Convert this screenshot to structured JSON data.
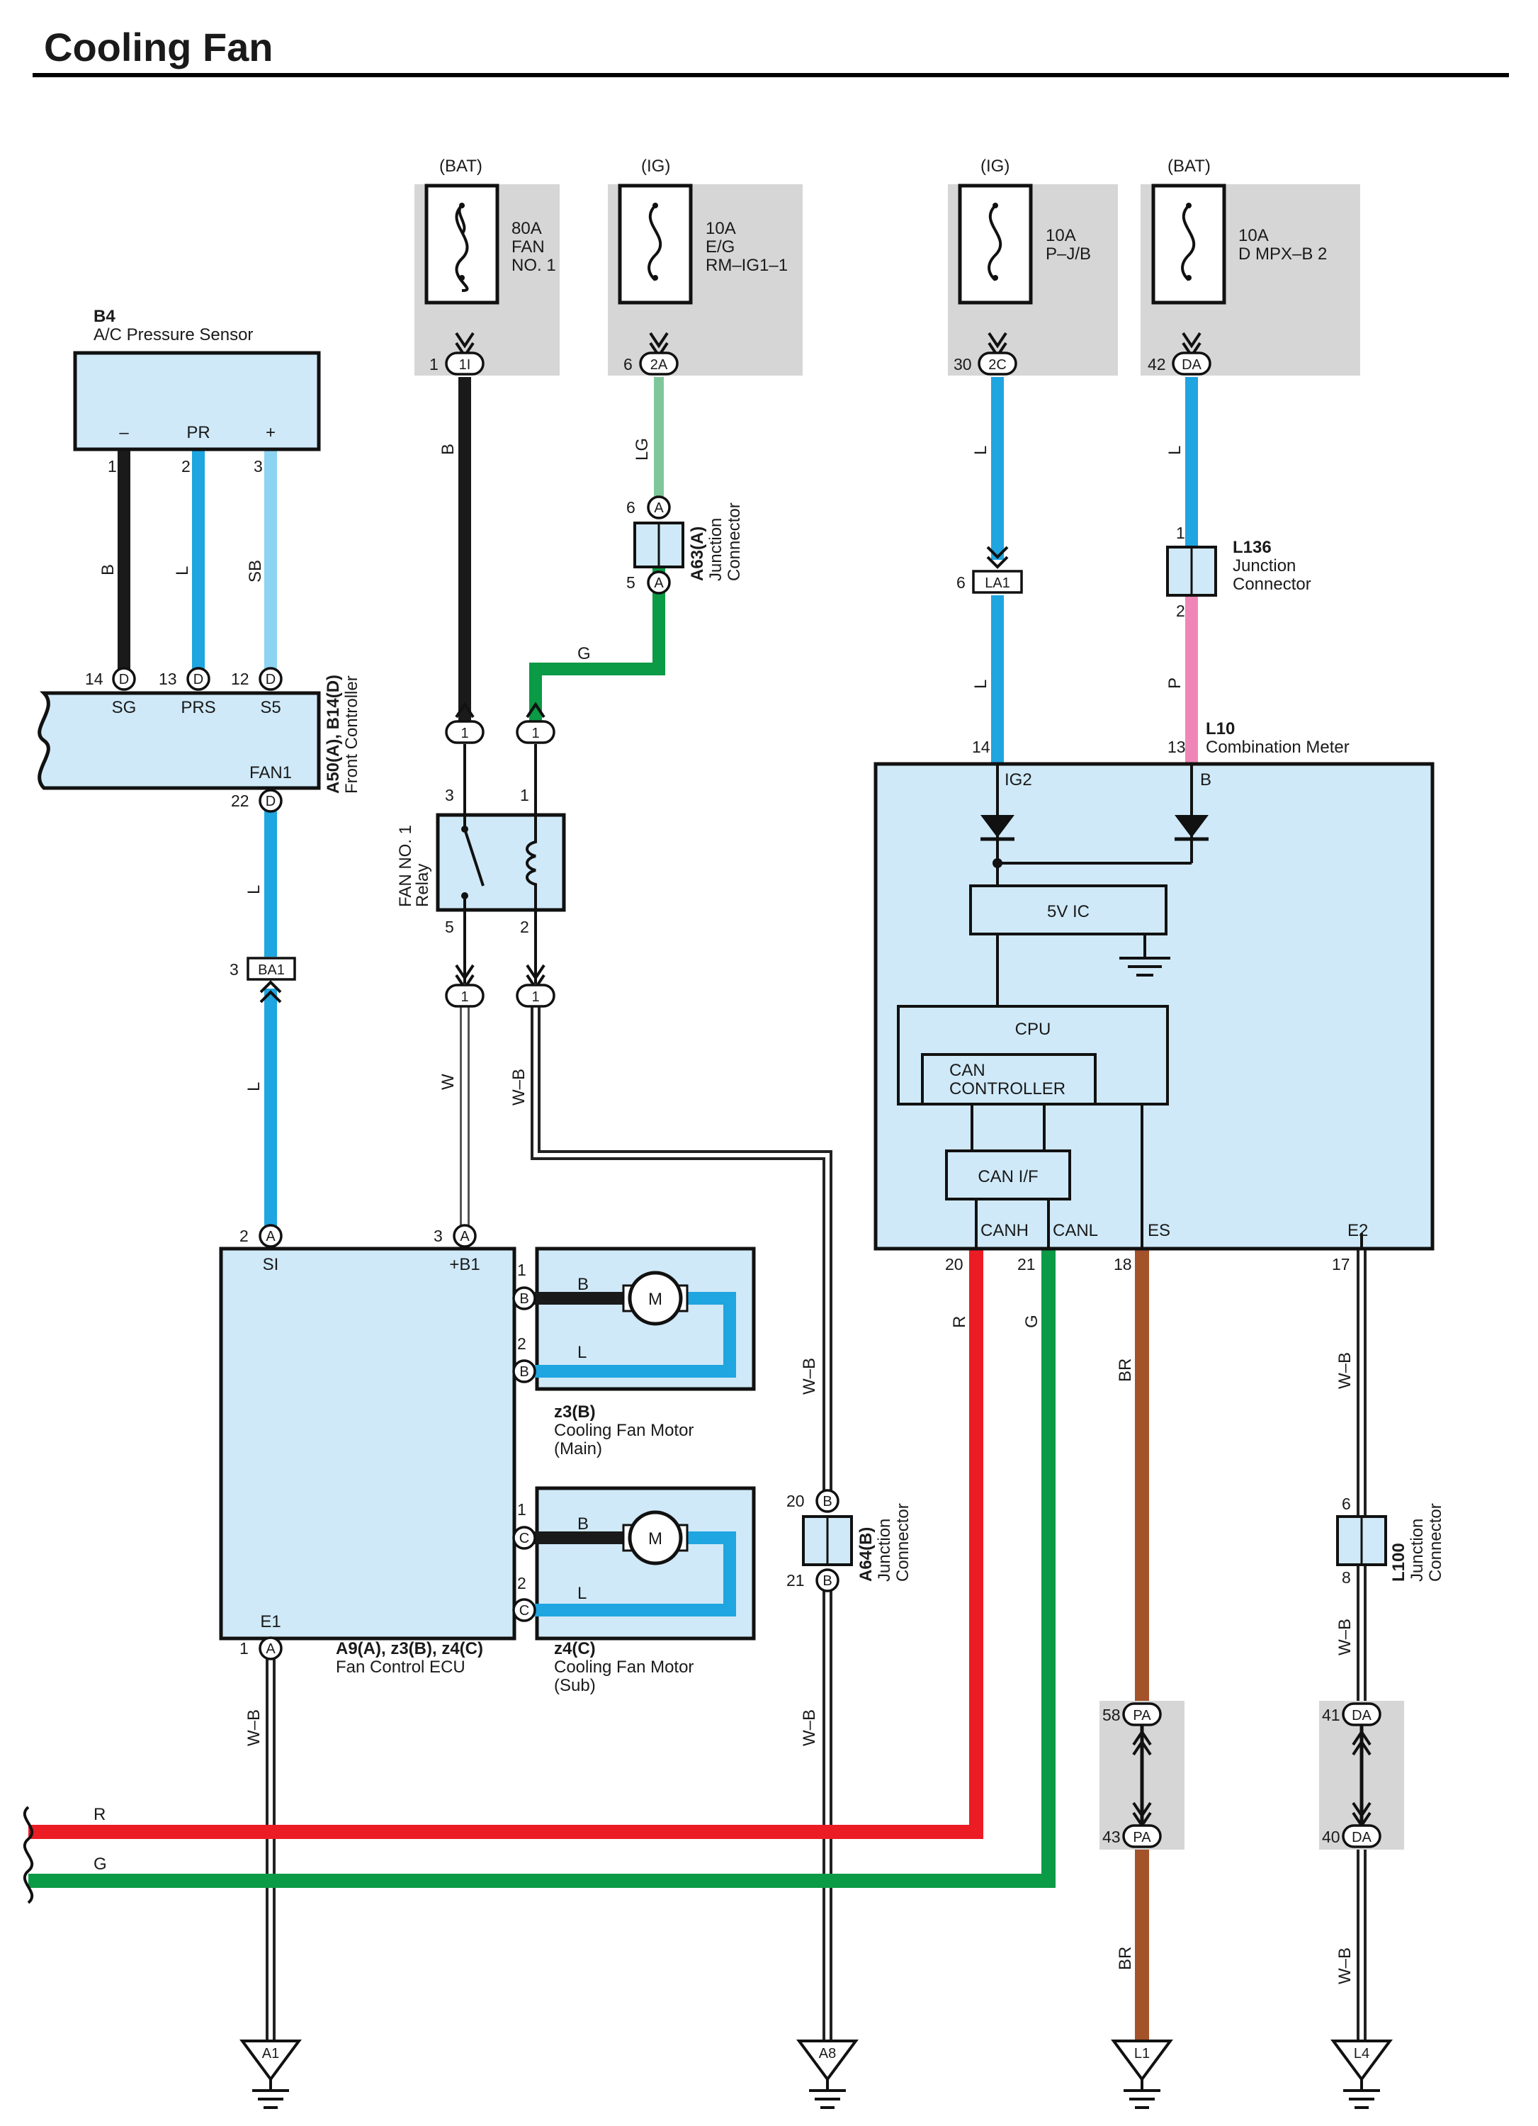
{
  "title": "Cooling Fan",
  "fuses": [
    {
      "source": "(BAT)",
      "amp": "80A",
      "l1": "FAN",
      "l2": "NO. 1",
      "pin": "1",
      "conn": "1I"
    },
    {
      "source": "(IG)",
      "amp": "10A",
      "l1": "E/G",
      "l2": "RM–IG1–1",
      "pin": "6",
      "conn": "2A"
    },
    {
      "source": "(IG)",
      "amp": "10A",
      "l1": "P–J/B",
      "l2": "",
      "pin": "30",
      "conn": "2C"
    },
    {
      "source": "(BAT)",
      "amp": "10A",
      "l1": "D MPX–B 2",
      "l2": "",
      "pin": "42",
      "conn": "DA"
    }
  ],
  "components": {
    "pressure_sensor": {
      "id": "B4",
      "name": "A/C Pressure Sensor",
      "terms": [
        "–",
        "PR",
        "+"
      ],
      "pins": [
        "1",
        "2",
        "3"
      ]
    },
    "front_controller": {
      "id": "A50(A), B14(D)",
      "name": "Front Controller",
      "terms": [
        "SG",
        "PRS",
        "S5",
        "FAN1"
      ],
      "pins": [
        "14",
        "13",
        "12",
        "22"
      ],
      "conn": "D"
    },
    "fan_relay": {
      "name1": "FAN NO. 1",
      "name2": "Relay",
      "pins": [
        "3",
        "1",
        "5",
        "2"
      ]
    },
    "jc_a63": {
      "id": "A63(A)",
      "name1": "Junction",
      "name2": "Connector",
      "pins": [
        "6",
        "5"
      ],
      "conn": "A"
    },
    "ecu": {
      "id": "A9(A), z3(B), z4(C)",
      "name": "Fan Control ECU",
      "terms": [
        "SI",
        "+B1",
        "E1"
      ],
      "pins": [
        "2",
        "3",
        "1"
      ],
      "conn": "A"
    },
    "motor_main": {
      "id": "z3(B)",
      "name": "Cooling Fan Motor",
      "sub": "(Main)",
      "pins": [
        "1",
        "2"
      ],
      "conn": "B",
      "motor": "M"
    },
    "motor_sub": {
      "id": "z4(C)",
      "name": "Cooling Fan Motor",
      "sub": "(Sub)",
      "pins": [
        "1",
        "2"
      ],
      "conn": "C",
      "motor": "M"
    },
    "jc_a64": {
      "id": "A64(B)",
      "name1": "Junction",
      "name2": "Connector",
      "pins": [
        "20",
        "21"
      ],
      "conn": "B"
    },
    "meter": {
      "id": "L10",
      "name": "Combination Meter",
      "terms": [
        "IG2",
        "B",
        "CANH",
        "CANL",
        "ES",
        "E2"
      ],
      "pins": [
        "14",
        "13",
        "20",
        "21",
        "18",
        "17"
      ],
      "ic": "5V IC",
      "cpu": "CPU",
      "can_ctrl1": "CAN",
      "can_ctrl2": "CONTROLLER",
      "can_if": "CAN I/F"
    },
    "jc_l136": {
      "id": "L136",
      "name1": "Junction",
      "name2": "Connector",
      "pins": [
        "1",
        "2"
      ]
    },
    "jc_l100": {
      "id": "L100",
      "name1": "Junction",
      "name2": "Connector",
      "pins": [
        "6",
        "8"
      ]
    },
    "la1": {
      "pin": "6",
      "conn": "LA1"
    },
    "ba1": {
      "pin": "3",
      "conn": "BA1"
    },
    "relay_conn": {
      "conn": "1"
    },
    "pa_junction": {
      "pins": [
        "58",
        "43"
      ],
      "conn": "PA"
    },
    "da_junction": {
      "pins": [
        "41",
        "40"
      ],
      "conn": "DA"
    }
  },
  "wire_labels": {
    "b": "B",
    "l": "L",
    "sb": "SB",
    "lg": "LG",
    "g": "G",
    "w": "W",
    "wb": "W–B",
    "p": "P",
    "r": "R",
    "br": "BR"
  },
  "grounds": [
    "A1",
    "A8",
    "L1",
    "L4"
  ],
  "colors": {
    "black": "#1a1a1a",
    "blue": "#1fa5e0",
    "lightblue": "#8dd4f2",
    "lightgreen": "#7fc79a",
    "green": "#0b9a45",
    "red": "#ec1c24",
    "pink": "#ef86b8",
    "brown": "#a4522a",
    "box": "#cfe9f8",
    "gray": "#d6d6d6"
  }
}
